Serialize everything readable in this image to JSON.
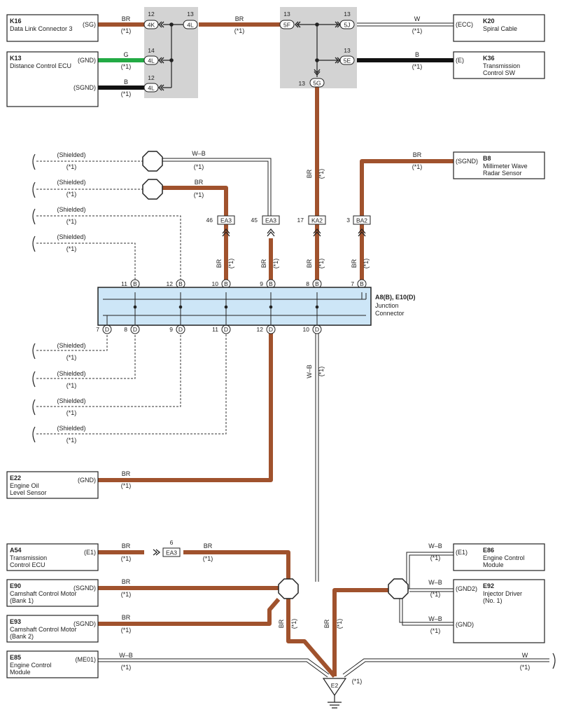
{
  "colors": {
    "br": "#a0522d",
    "green": "#22aa44",
    "black": "#111111",
    "shade": "#d3d3d3",
    "jc": "#cde6f7"
  },
  "note": "(*1)",
  "components": [
    {
      "id": "k16",
      "code": "K16",
      "lines": [
        "Data Link Connector 3"
      ],
      "pin": "(SG)"
    },
    {
      "id": "k13",
      "code": "K13",
      "lines": [
        "Distance Control ECU"
      ],
      "pins": [
        "(GND)",
        "(SGND)"
      ]
    },
    {
      "id": "k20",
      "code": "K20",
      "lines": [
        "Spiral Cable"
      ],
      "pin": "(ECC)"
    },
    {
      "id": "k36",
      "code": "K36",
      "lines": [
        "Transmission",
        "Control SW"
      ],
      "pin": "(E)"
    },
    {
      "id": "b8",
      "code": "B8",
      "lines": [
        "Millimeter Wave",
        "Radar Sensor"
      ],
      "pin": "(SGND)"
    },
    {
      "id": "e22",
      "code": "E22",
      "lines": [
        "Engine Oil",
        "Level Sensor"
      ],
      "pin": "(GND)"
    },
    {
      "id": "a54",
      "code": "A54",
      "lines": [
        "Transmission",
        "Control ECU"
      ],
      "pin": "(E1)"
    },
    {
      "id": "e90",
      "code": "E90",
      "lines": [
        "Camshaft Control Motor",
        "(Bank 1)"
      ],
      "pin": "(SGND)"
    },
    {
      "id": "e93",
      "code": "E93",
      "lines": [
        "Camshaft Control Motor",
        "(Bank 2)"
      ],
      "pin": "(SGND)"
    },
    {
      "id": "e85",
      "code": "E85",
      "lines": [
        "Engine Control",
        "Module"
      ],
      "pin": "(ME01)"
    },
    {
      "id": "e86",
      "code": "E86",
      "lines": [
        "Engine Control",
        "Module"
      ],
      "pin": "(E1)"
    },
    {
      "id": "e92",
      "code": "E92",
      "lines": [
        "Injector Driver",
        "(No. 1)"
      ],
      "pins": [
        "(GND2)",
        "(GND)"
      ]
    }
  ],
  "wire_colors": {
    "br": "BR",
    "g": "G",
    "b": "B",
    "w": "W",
    "wb": "W–B"
  },
  "connectors": {
    "c4k": "4K",
    "c4l": "4L",
    "c5f": "5F",
    "c5j": "5J",
    "c5e": "5E",
    "c5g": "5G",
    "ea3": "EA3",
    "ka2": "KA2",
    "ba2": "BA2",
    "b": "B",
    "d": "D"
  },
  "pin_numbers": {
    "p12a": "12",
    "p13a": "13",
    "p14": "14",
    "p12b": "12",
    "p13b": "13",
    "p13c": "13",
    "p13d": "13",
    "p13g": "13",
    "p46": "46",
    "p45": "45",
    "p17": "17",
    "p3": "3",
    "p6": "6",
    "b11": "11",
    "b12": "12",
    "b10": "10",
    "b9": "9",
    "b8": "8",
    "b7": "7",
    "d7": "7",
    "d8": "8",
    "d9": "9",
    "d11": "11",
    "d12": "12",
    "d10": "10"
  },
  "shielded": "(Shielded)",
  "junction": {
    "title": "A8(B), E10(D)",
    "lines": [
      "Junction",
      "Connector"
    ]
  },
  "ground": {
    "code": "E2"
  }
}
